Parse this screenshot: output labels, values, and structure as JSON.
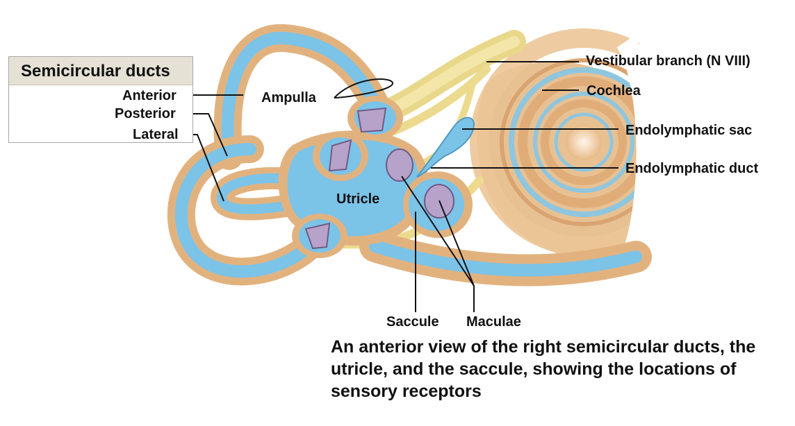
{
  "legend_box": {
    "title": "Semicircular ducts",
    "items": [
      "Anterior",
      "Posterior",
      "Lateral"
    ]
  },
  "labels": {
    "ampulla": "Ampulla",
    "utricle": "Utricle",
    "saccule": "Saccule",
    "maculae": "Maculae",
    "vestibular_branch": "Vestibular branch (N VIII)",
    "cochlea": "Cochlea",
    "endolymphatic_sac": "Endolymphatic sac",
    "endolymphatic_duct": "Endolymphatic duct"
  },
  "caption": "An anterior view of the right semicircular ducts, the utricle, and the saccule, showing the locations of sensory receptors",
  "colors": {
    "duct_blue": "#7cc3e8",
    "labyrinth_tan": "#e2b27e",
    "nerve_yellow": "#eee29a",
    "receptor_purple": "#b7a3c9"
  }
}
